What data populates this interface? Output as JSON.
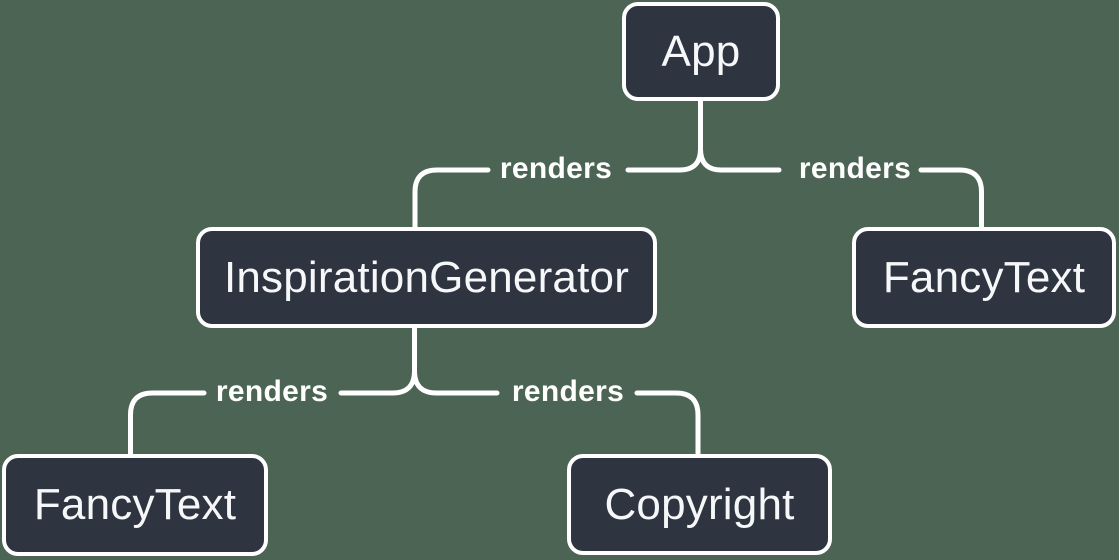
{
  "colors": {
    "background": "#4c6453",
    "node-fill": "#2e3440",
    "node-border": "#ffffff",
    "node-text": "#f6f7f9",
    "connector": "#ffffff",
    "edge-label-text": "#ffffff"
  },
  "diagram": {
    "type": "component-render-tree",
    "nodes": {
      "app": {
        "label": "App"
      },
      "inspiration_generator": {
        "label": "InspirationGenerator"
      },
      "fancy_text_top": {
        "label": "FancyText"
      },
      "fancy_text_bottom": {
        "label": "FancyText"
      },
      "copyright": {
        "label": "Copyright"
      }
    },
    "edges": [
      {
        "from": "App",
        "to": "InspirationGenerator",
        "label": "renders"
      },
      {
        "from": "App",
        "to": "FancyText",
        "label": "renders"
      },
      {
        "from": "InspirationGenerator",
        "to": "FancyText",
        "label": "renders"
      },
      {
        "from": "InspirationGenerator",
        "to": "Copyright",
        "label": "renders"
      }
    ]
  }
}
